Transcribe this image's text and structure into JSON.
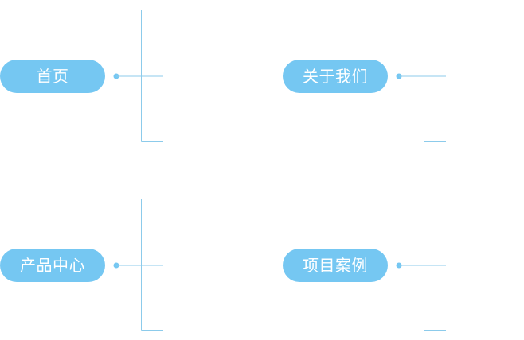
{
  "colors": {
    "node_fill": "#75C7F2",
    "line": "#8CCBEB",
    "dot": "#75C7F2",
    "background": "#FFFFFF"
  },
  "nodes": {
    "home": {
      "label": "首页"
    },
    "about": {
      "label": "关于我们"
    },
    "products": {
      "label": "产品中心"
    },
    "cases": {
      "label": "项目案例"
    }
  }
}
